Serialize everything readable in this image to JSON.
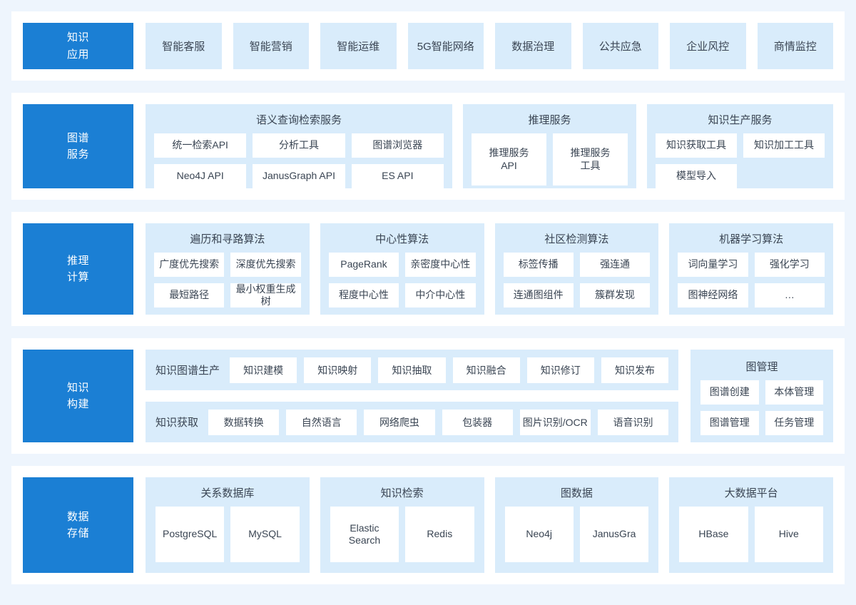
{
  "colors": {
    "page_bg": "#eef5fd",
    "card_bg": "#ffffff",
    "accent_blue": "#1b7fd4",
    "panel_blue": "#d9ecfb",
    "text": "#3a4553"
  },
  "rows": [
    {
      "id": "knowledge-application",
      "side_label": [
        "知识",
        "应用"
      ],
      "tiles": [
        "智能客服",
        "智能营销",
        "智能运维",
        "5G智能网络",
        "数据治理",
        "公共应急",
        "企业风控",
        "商情监控"
      ]
    },
    {
      "id": "graph-services",
      "side_label": [
        "图谱",
        "服务"
      ],
      "groups": [
        {
          "title": "语义查询检索服务",
          "chips": [
            "统一检索API",
            "分析工具",
            "图谱浏览器",
            "Neo4J API",
            "JanusGraph API",
            "ES API"
          ]
        },
        {
          "title": "推理服务",
          "chips": [
            "推理服务\nAPI",
            "推理服务\n工具"
          ]
        },
        {
          "title": "知识生产服务",
          "chips": [
            "知识获取工具",
            "知识加工工具",
            "模型导入"
          ]
        }
      ]
    },
    {
      "id": "reasoning-compute",
      "side_label": [
        "推理",
        "计算"
      ],
      "groups": [
        {
          "title": "遍历和寻路算法",
          "chips": [
            "广度优先搜索",
            "深度优先搜索",
            "最短路径",
            "最小权重生成树"
          ]
        },
        {
          "title": "中心性算法",
          "chips": [
            "PageRank",
            "亲密度中心性",
            "程度中心性",
            "中介中心性"
          ]
        },
        {
          "title": "社区检测算法",
          "chips": [
            "标签传播",
            "强连通",
            "连通图组件",
            "簇群发现"
          ]
        },
        {
          "title": "机器学习算法",
          "chips": [
            "词向量学习",
            "强化学习",
            "图神经网络",
            "…"
          ]
        }
      ]
    },
    {
      "id": "knowledge-construction",
      "side_label": [
        "知识",
        "构建"
      ],
      "strips": [
        {
          "label": "知识图谱生产",
          "chips": [
            "知识建模",
            "知识映射",
            "知识抽取",
            "知识融合",
            "知识修订",
            "知识发布"
          ]
        },
        {
          "label": "知识获取",
          "chips": [
            "数据转换",
            "自然语言",
            "网络爬虫",
            "包装器",
            "图片识别/OCR",
            "语音识别"
          ]
        }
      ],
      "side_group": {
        "title": "图管理",
        "chips": [
          "图谱创建",
          "本体管理",
          "图谱管理",
          "任务管理"
        ]
      }
    },
    {
      "id": "data-storage",
      "side_label": [
        "数据",
        "存储"
      ],
      "groups": [
        {
          "title": "关系数据库",
          "chips": [
            "PostgreSQL",
            "MySQL"
          ]
        },
        {
          "title": "知识检索",
          "chips": [
            "Elastic\nSearch",
            "Redis"
          ]
        },
        {
          "title": "图数据",
          "chips": [
            "Neo4j",
            "JanusGra"
          ]
        },
        {
          "title": "大数据平台",
          "chips": [
            "HBase",
            "Hive"
          ]
        }
      ]
    }
  ]
}
